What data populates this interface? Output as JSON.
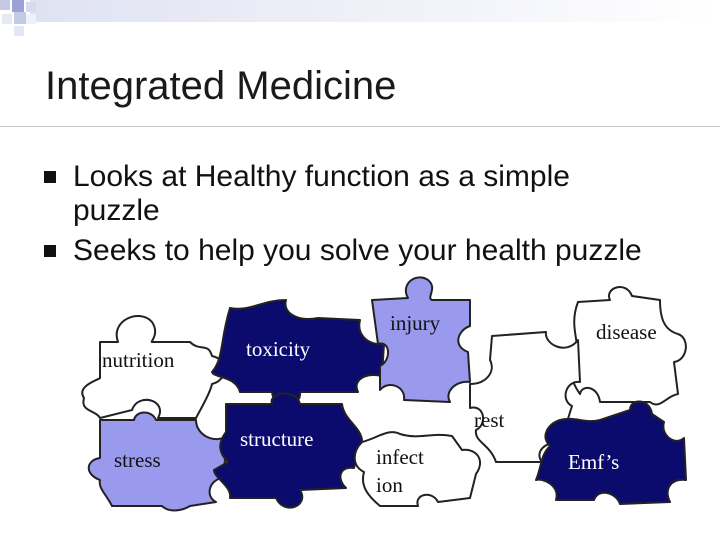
{
  "slide": {
    "title": "Integrated Medicine",
    "bullets": [
      {
        "line1": "Looks at Healthy function as a simple",
        "line2": "puzzle"
      },
      {
        "line1": "Seeks to help you solve your health puzzle"
      }
    ]
  },
  "puzzle_pieces": [
    {
      "label": "nutrition",
      "fill": "#ffffff",
      "text_color": "#111111"
    },
    {
      "label": "toxicity",
      "fill": "#0b0b6e",
      "text_color": "#ffffff"
    },
    {
      "label": "injury",
      "fill": "#9999ee",
      "text_color": "#111111"
    },
    {
      "label": "disease",
      "fill": "#ffffff",
      "text_color": "#111111"
    },
    {
      "label": "stress",
      "fill": "#9999ee",
      "text_color": "#111111"
    },
    {
      "label": "structure",
      "fill": "#0b0b6e",
      "text_color": "#ffffff"
    },
    {
      "label": "infect",
      "label2": "ion",
      "fill": "#ffffff",
      "text_color": "#111111"
    },
    {
      "label": "rest",
      "fill": "#ffffff",
      "text_color": "#111111"
    },
    {
      "label": "Emf’s",
      "fill": "#0b0b6e",
      "text_color": "#ffffff"
    }
  ],
  "colors": {
    "dark_piece": "#0b0b6e",
    "light_piece": "#9999ee",
    "bullet": "#111111"
  }
}
